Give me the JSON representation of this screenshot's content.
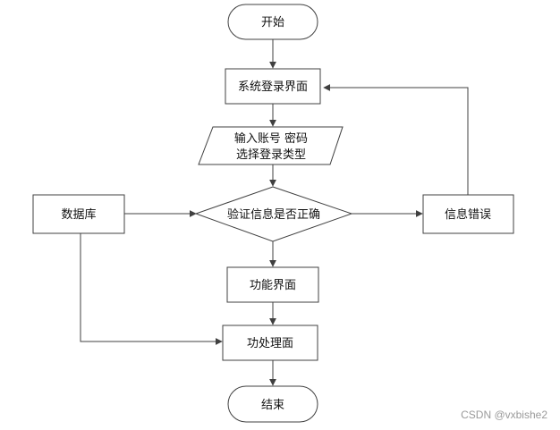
{
  "nodes": {
    "start": "开始",
    "login": "系统登录界面",
    "input_line1": "输入账号 密码",
    "input_line2": "选择登录类型",
    "decision": "验证信息是否正确",
    "database": "数据库",
    "error": "信息错误",
    "function_ui": "功能界面",
    "processing": "功处理面",
    "end": "结束"
  },
  "watermark": "CSDN @vxbishe2"
}
